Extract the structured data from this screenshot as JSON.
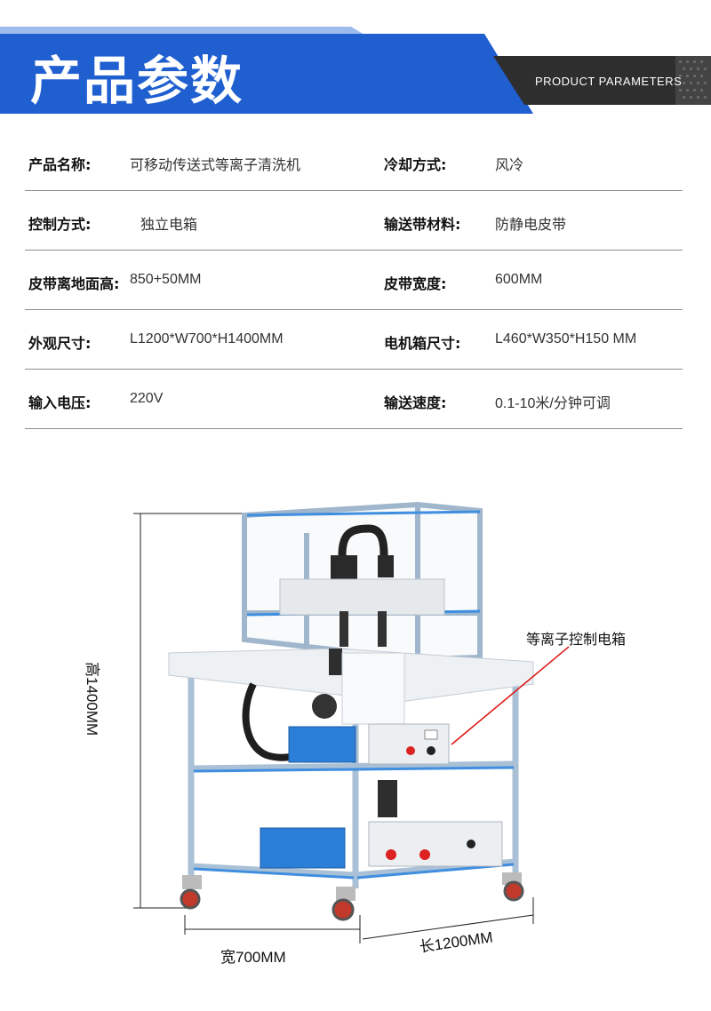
{
  "header": {
    "title": "产品参数",
    "subtitle": "PRODUCT  PARAMETERS",
    "colors": {
      "blue": "#1f5fd0",
      "light_blue": "#7fa6e6",
      "dark": "#2f2f2f"
    }
  },
  "params": [
    {
      "label_left": "产品名称:",
      "value_left": "可移动传送式等离子清洗机",
      "label_right": "冷却方式:",
      "value_right": "风冷"
    },
    {
      "label_left": "控制方式:",
      "value_left": "独立电箱",
      "label_right": "输送带材料:",
      "value_right": "防静电皮带"
    },
    {
      "label_left": "皮带离地面高:",
      "value_left": "850+50MM",
      "label_right": "皮带宽度:",
      "value_right": "600MM"
    },
    {
      "label_left": "外观尺寸:",
      "value_left": "L1200*W700*H1400MM",
      "label_right": "电机箱尺寸:",
      "value_right": "L460*W350*H150 MM"
    },
    {
      "label_left": "输入电压:",
      "value_left": "220V",
      "label_right": "输送速度:",
      "value_right": "0.1-10米/分钟可调"
    }
  ],
  "figure": {
    "height_label": "高1400MM",
    "width_label": "宽700MM",
    "length_label": "长1200MM",
    "callout_label": "等离子控制电箱",
    "callout_color": "#e01010"
  }
}
